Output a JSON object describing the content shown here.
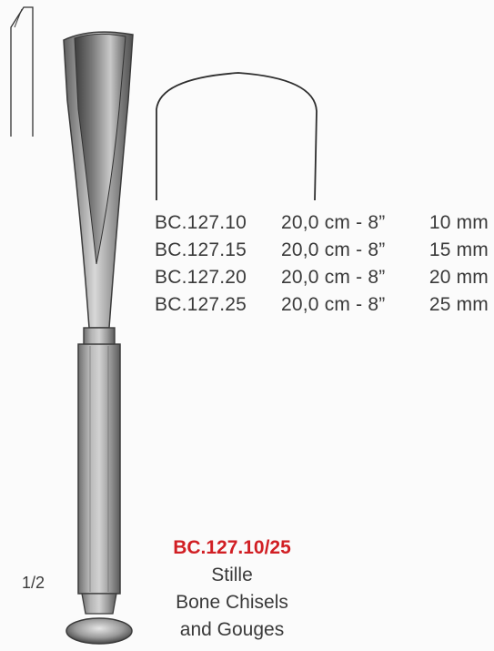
{
  "specs": [
    {
      "code": "BC.127.10",
      "length": "20,0 cm - 8”",
      "size": "10 mm"
    },
    {
      "code": "BC.127.15",
      "length": "20,0 cm - 8”",
      "size": "15 mm"
    },
    {
      "code": "BC.127.20",
      "length": "20,0 cm - 8”",
      "size": "20 mm"
    },
    {
      "code": "BC.127.25",
      "length": "20,0 cm - 8”",
      "size": "25 mm"
    }
  ],
  "catalog": {
    "number": "BC.127.10/25",
    "line1": "Stille",
    "line2": "Bone Chisels",
    "line3": "and Gouges"
  },
  "scale_label": "1/2",
  "colors": {
    "catalog_number": "#d11f24",
    "text": "#3a3a3a"
  },
  "icons": [
    "chisel-tip-side-view-icon",
    "gouge-blade-cross-section-icon",
    "bone-chisel-instrument-icon"
  ]
}
